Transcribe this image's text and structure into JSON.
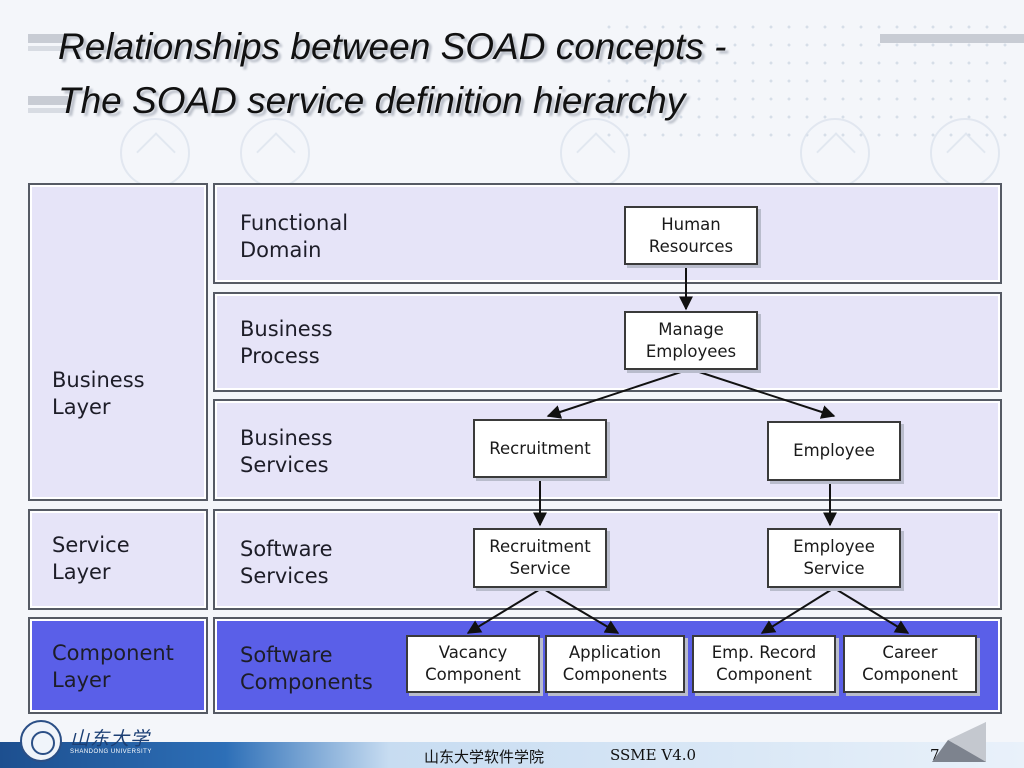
{
  "title": {
    "line1": "Relationships between SOAD concepts -",
    "line2": "The SOAD service definition hierarchy"
  },
  "diagram": {
    "layers": {
      "business": "Business\nLayer",
      "service": "Service\nLayer",
      "component": "Component\nLayer"
    },
    "rows": {
      "functional_domain": "Functional\nDomain",
      "business_process": "Business\nProcess",
      "business_services": "Business\nServices",
      "software_services": "Software\nServices",
      "software_components": "Software\nComponents"
    },
    "nodes": {
      "human_resources": "Human\nResources",
      "manage_employees": "Manage\nEmployees",
      "recruitment": "Recruitment",
      "employee": "Employee",
      "recruitment_service": "Recruitment\nService",
      "employee_service": "Employee\nService",
      "vacancy_component": "Vacancy\nComponent",
      "application_components": "Application\nComponents",
      "emp_record_component": "Emp. Record\nComponent",
      "career_component": "Career\nComponent"
    },
    "edges": [
      {
        "from": "human_resources",
        "to": "manage_employees"
      },
      {
        "from": "manage_employees",
        "to": "recruitment"
      },
      {
        "from": "manage_employees",
        "to": "employee"
      },
      {
        "from": "recruitment",
        "to": "recruitment_service"
      },
      {
        "from": "employee",
        "to": "employee_service"
      },
      {
        "from": "recruitment_service",
        "to": "vacancy_component"
      },
      {
        "from": "recruitment_service",
        "to": "application_components"
      },
      {
        "from": "employee_service",
        "to": "emp_record_component"
      },
      {
        "from": "employee_service",
        "to": "career_component"
      }
    ],
    "colors": {
      "panel_fill": "#e6e4f8",
      "component_fill": "#5a5fe8",
      "border": "#555a64"
    }
  },
  "footer": {
    "logo_text": "山东大学",
    "logo_subtext": "SHANDONG UNIVERSITY",
    "course": "山东大学软件学院",
    "version": "SSME V4.0",
    "page_number": "7"
  }
}
